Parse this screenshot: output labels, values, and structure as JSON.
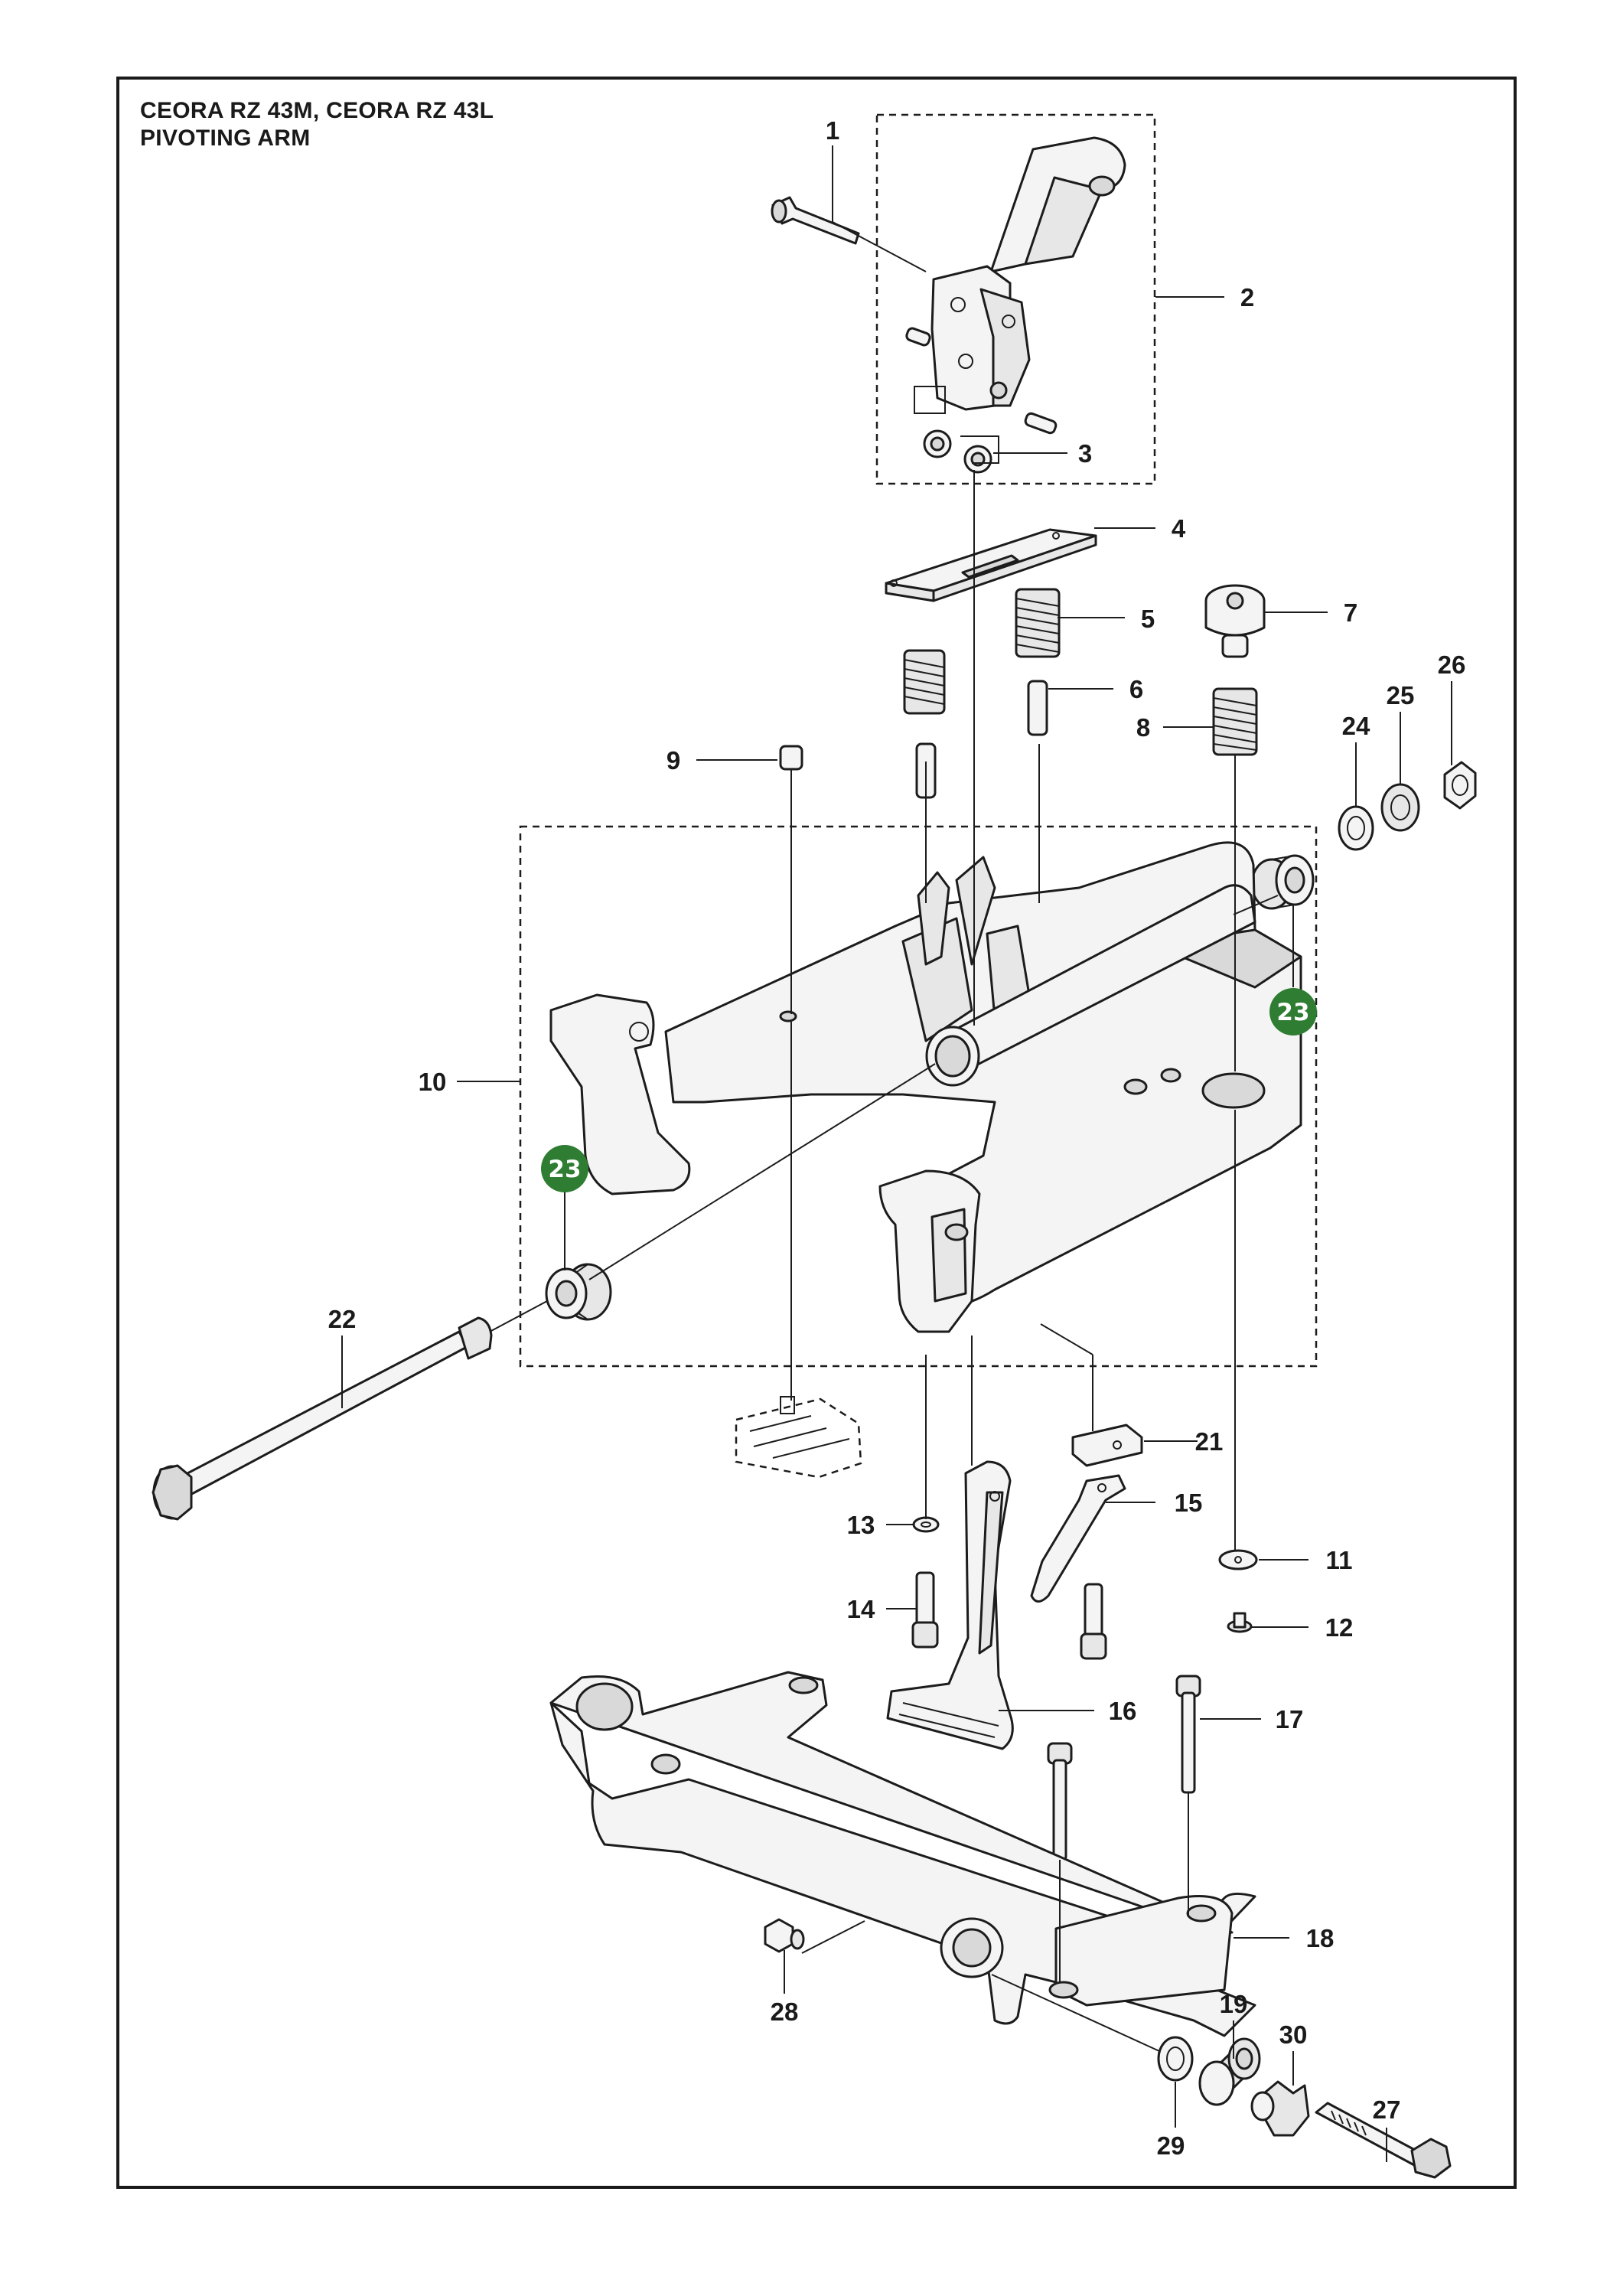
{
  "title": {
    "line1": "CEORA RZ 43M, CEORA RZ 43L",
    "line2": "PIVOTING ARM"
  },
  "badge_color": "#2e7d32",
  "callouts": [
    {
      "id": "c1",
      "text": "1"
    },
    {
      "id": "c2",
      "text": "2"
    },
    {
      "id": "c3",
      "text": "3"
    },
    {
      "id": "c4",
      "text": "4"
    },
    {
      "id": "c5",
      "text": "5"
    },
    {
      "id": "c6",
      "text": "6"
    },
    {
      "id": "c7",
      "text": "7"
    },
    {
      "id": "c8",
      "text": "8"
    },
    {
      "id": "c9",
      "text": "9"
    },
    {
      "id": "c10",
      "text": "10"
    },
    {
      "id": "c11",
      "text": "11"
    },
    {
      "id": "c12",
      "text": "12"
    },
    {
      "id": "c13",
      "text": "13"
    },
    {
      "id": "c14",
      "text": "14"
    },
    {
      "id": "c15",
      "text": "15"
    },
    {
      "id": "c16",
      "text": "16"
    },
    {
      "id": "c17",
      "text": "17"
    },
    {
      "id": "c18",
      "text": "18"
    },
    {
      "id": "c19",
      "text": "19"
    },
    {
      "id": "c21",
      "text": "21"
    },
    {
      "id": "c22",
      "text": "22"
    },
    {
      "id": "c24",
      "text": "24"
    },
    {
      "id": "c25",
      "text": "25"
    },
    {
      "id": "c26",
      "text": "26"
    },
    {
      "id": "c27",
      "text": "27"
    },
    {
      "id": "c28",
      "text": "28"
    },
    {
      "id": "c29",
      "text": "29"
    },
    {
      "id": "c30",
      "text": "30"
    }
  ],
  "badges": [
    {
      "id": "b23a",
      "text": "23"
    },
    {
      "id": "b23b",
      "text": "23"
    }
  ]
}
